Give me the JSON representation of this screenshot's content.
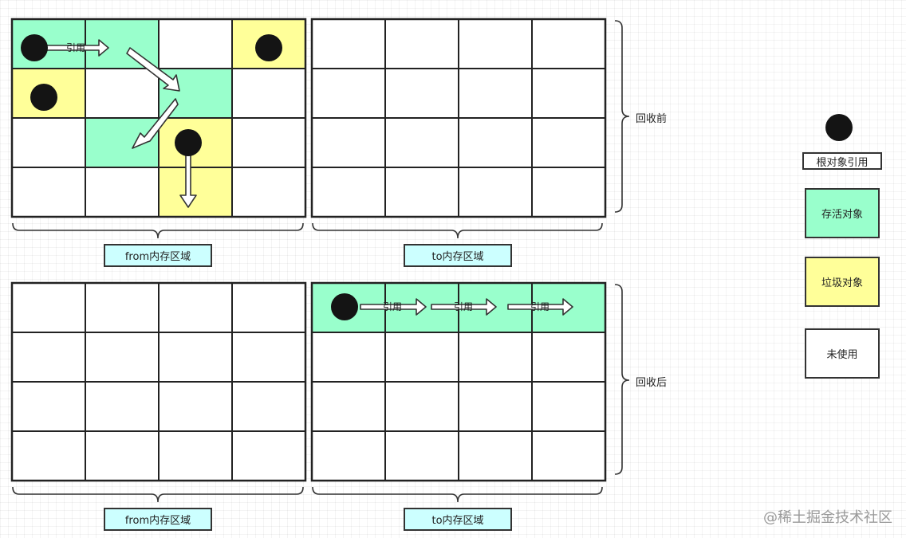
{
  "colors": {
    "live": "#99ffcc",
    "garbage": "#ffff99",
    "unused": "#ffffff",
    "caption_bg": "#ccffff"
  },
  "regions": {
    "before": {
      "label": "回收前",
      "from": {
        "caption": "from内存区域",
        "rows": [
          [
            "live",
            "live",
            "unused",
            "garbage"
          ],
          [
            "garbage",
            "unused",
            "live",
            "unused"
          ],
          [
            "unused",
            "live",
            "garbage",
            "unused"
          ],
          [
            "unused",
            "unused",
            "garbage",
            "unused"
          ]
        ],
        "arrow_label": "引用"
      },
      "to": {
        "caption": "to内存区域",
        "rows": [
          [
            "unused",
            "unused",
            "unused",
            "unused"
          ],
          [
            "unused",
            "unused",
            "unused",
            "unused"
          ],
          [
            "unused",
            "unused",
            "unused",
            "unused"
          ],
          [
            "unused",
            "unused",
            "unused",
            "unused"
          ]
        ]
      }
    },
    "after": {
      "label": "回收后",
      "from": {
        "caption": "from内存区域",
        "rows": [
          [
            "unused",
            "unused",
            "unused",
            "unused"
          ],
          [
            "unused",
            "unused",
            "unused",
            "unused"
          ],
          [
            "unused",
            "unused",
            "unused",
            "unused"
          ],
          [
            "unused",
            "unused",
            "unused",
            "unused"
          ]
        ]
      },
      "to": {
        "caption": "to内存区域",
        "rows": [
          [
            "live",
            "live",
            "live",
            "live"
          ],
          [
            "unused",
            "unused",
            "unused",
            "unused"
          ],
          [
            "unused",
            "unused",
            "unused",
            "unused"
          ],
          [
            "unused",
            "unused",
            "unused",
            "unused"
          ]
        ],
        "arrow_labels": [
          "引用",
          "引用",
          "引用"
        ]
      }
    }
  },
  "legend": {
    "root_ref": "根对象引用",
    "live": "存活对象",
    "garbage": "垃圾对象",
    "unused": "未使用"
  },
  "watermark": "@稀土掘金技术社区"
}
